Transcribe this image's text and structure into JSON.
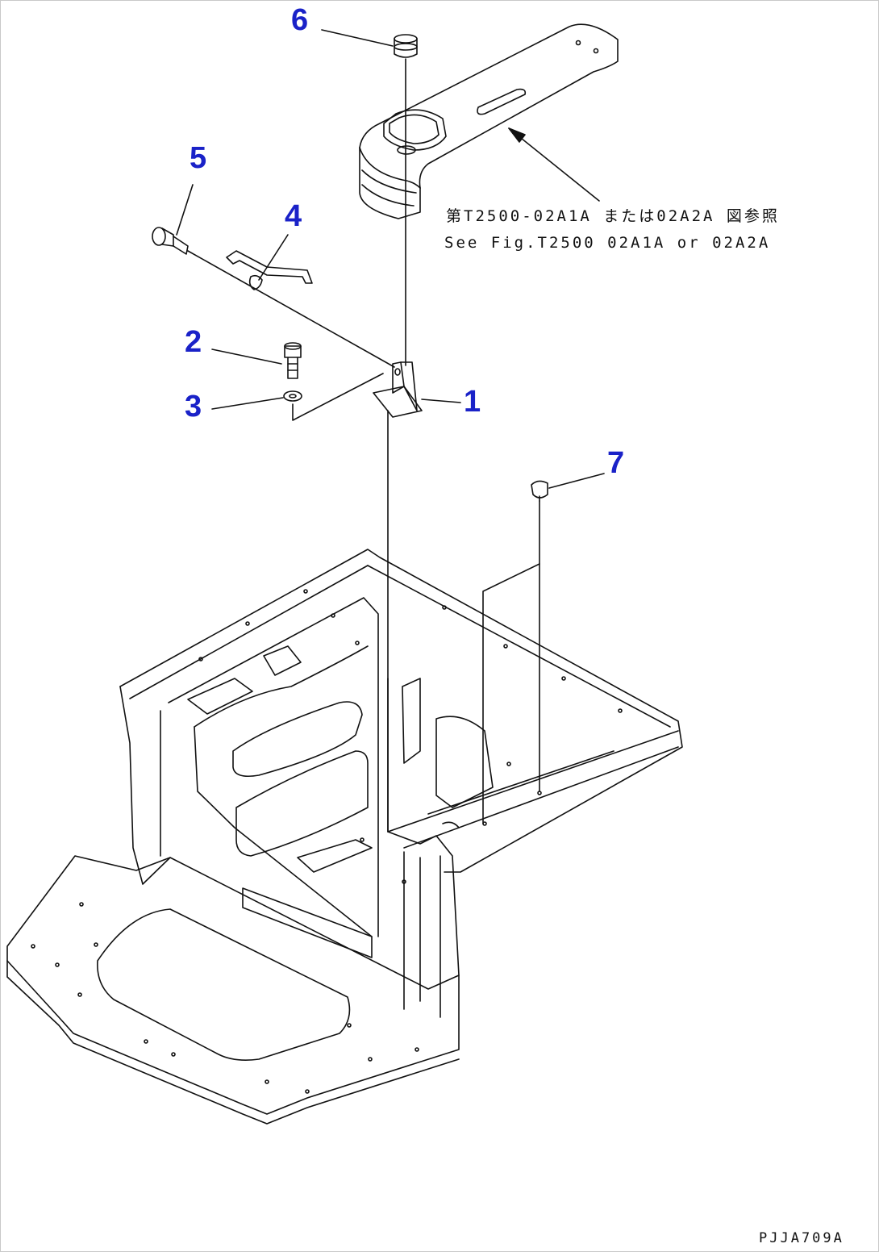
{
  "callouts": {
    "c1": "1",
    "c2": "2",
    "c3": "3",
    "c4": "4",
    "c5": "5",
    "c6": "6",
    "c7": "7"
  },
  "reference_note": {
    "japanese": "第T2500-02A1A または02A2A 図参照",
    "english": "See Fig.T2500 02A1A or 02A2A"
  },
  "drawing_code": "PJJA709A",
  "colors": {
    "callout": "#1a22c8",
    "line": "#111111",
    "background": "#ffffff"
  }
}
